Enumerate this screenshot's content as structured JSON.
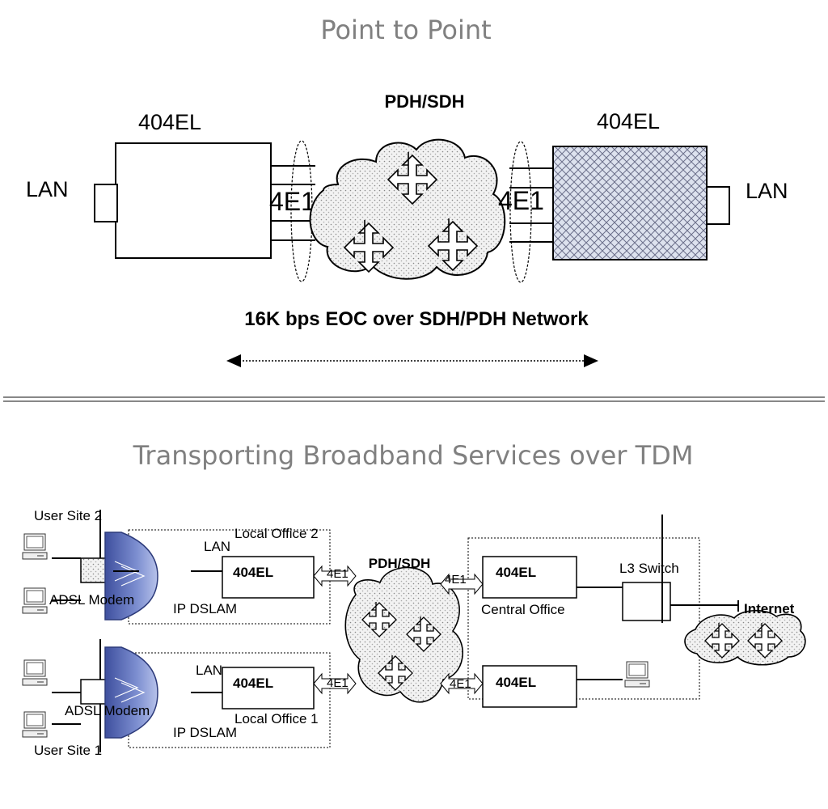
{
  "top": {
    "title": "Point to Point",
    "network_label": "PDH/SDH",
    "left_device": "404EL",
    "right_device": "404EL",
    "left_lan": "LAN",
    "right_lan": "LAN",
    "left_link": "4E1",
    "right_link": "4E1",
    "caption": "16K bps EOC over SDH/PDH Network"
  },
  "bottom": {
    "title": "Transporting Broadband Services over TDM",
    "user_site_2": "User Site 2",
    "user_site_1": "User Site 1",
    "modem_top": "ADSL Modem",
    "modem_bottom": "ADSL Modem",
    "local_office_2": "Local Office 2",
    "local_office_1": "Local Office 1",
    "lan_top": "LAN",
    "lan_bottom": "LAN",
    "dslam_top": "IP DSLAM",
    "dslam_bottom": "IP DSLAM",
    "device_lo2": "404EL",
    "device_lo1": "404EL",
    "link_lo2": "4E1",
    "link_lo1": "4E1",
    "network_label": "PDH/SDH",
    "link_co_top": "4E1",
    "link_co_bottom": "4E1",
    "device_co_top": "404EL",
    "device_co_bottom": "404EL",
    "central_office": "Central Office",
    "l3_switch": "L3 Switch",
    "internet": "Internet"
  }
}
